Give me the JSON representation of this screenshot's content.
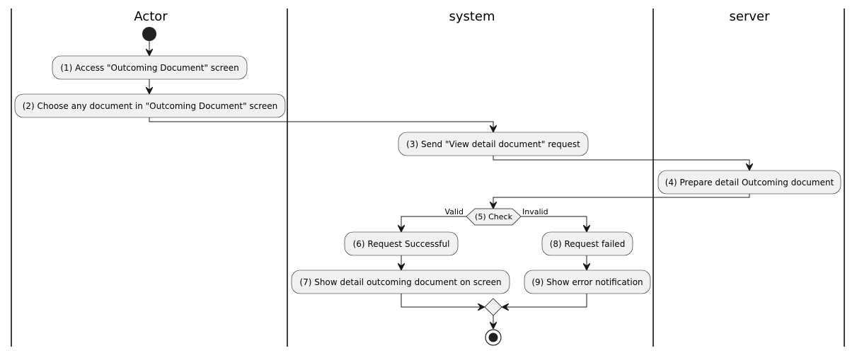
{
  "lanes": [
    {
      "id": "actor",
      "title": "Actor"
    },
    {
      "id": "system",
      "title": "system"
    },
    {
      "id": "server",
      "title": "server"
    }
  ],
  "activities": [
    {
      "id": "a1",
      "label": "(1) Access \"Outcoming Document\" screen"
    },
    {
      "id": "a2",
      "label": "(2) Choose any document in \"Outcoming Document\" screen"
    },
    {
      "id": "a3",
      "label": "(3) Send \"View detail document\" request"
    },
    {
      "id": "a4",
      "label": "(4) Prepare detail Outcoming document"
    },
    {
      "id": "a6",
      "label": "(6) Request Successful"
    },
    {
      "id": "a7",
      "label": "(7) Show detail outcoming document on screen"
    },
    {
      "id": "a8",
      "label": "(8) Request failed"
    },
    {
      "id": "a9",
      "label": "(9) Show error notification"
    }
  ],
  "decision": {
    "label": "(5) Check",
    "guard_yes": "Valid",
    "guard_no": "Invalid"
  }
}
